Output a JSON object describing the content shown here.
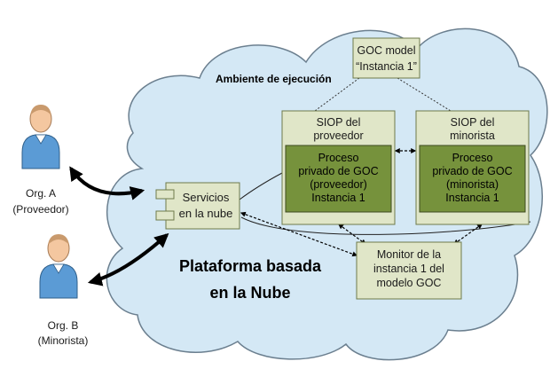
{
  "colors": {
    "cloud_fill": "#d4e8f5",
    "cloud_stroke": "#6b7f8f",
    "box_fill": "#e0e6c8",
    "box_stroke": "#6e7a4a",
    "inner_fill": "#76923c",
    "inner_stroke": "#3d4a1f",
    "person_shirt": "#5b9bd5",
    "person_skin": "#f4c7a0"
  },
  "ambiente_label": "Ambiente de ejecución",
  "plataforma_line1": "Plataforma basada",
  "plataforma_line2": "en la Nube",
  "goc_model": {
    "line1": "GOC model",
    "line2": "“Instancia 1”"
  },
  "siop_proveedor": {
    "title1": "SIOP del",
    "title2": "proveedor",
    "inner": [
      "Proceso",
      "privado de GOC",
      "(proveedor)",
      "Instancia 1"
    ]
  },
  "siop_minorista": {
    "title1": "SIOP del",
    "title2": "minorista",
    "inner": [
      "Proceso",
      "privado de GOC",
      "(minorista)",
      "Instancia 1"
    ]
  },
  "servicios": {
    "line1": "Servicios",
    "line2": "en la nube"
  },
  "monitor": {
    "lines": [
      "Monitor de la",
      "instancia 1 del",
      "modelo GOC"
    ]
  },
  "org_a": {
    "line1": "Org. A",
    "line2": "(Proveedor)",
    "icon": "person-icon"
  },
  "org_b": {
    "line1": "Org. B",
    "line2": "(Minorista)",
    "icon": "person-icon"
  }
}
